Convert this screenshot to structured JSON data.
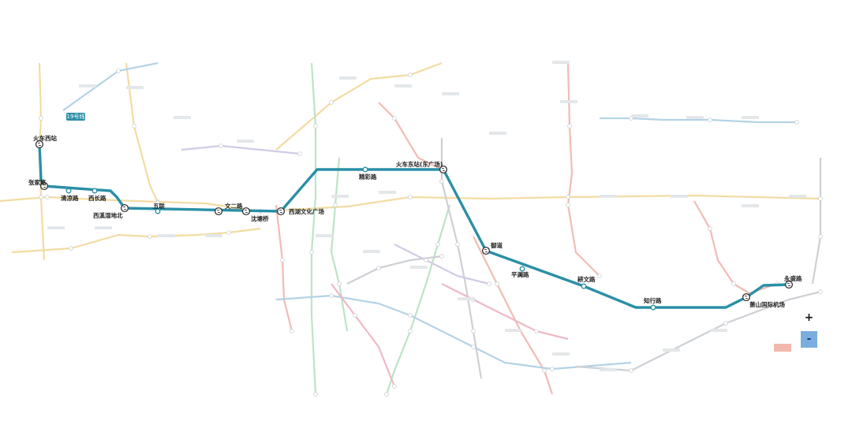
{
  "line": {
    "name": "19号线",
    "color": "#2a8fa6",
    "stations": [
      {
        "name": "火车西站",
        "interchange": true
      },
      {
        "name": "张家路",
        "interchange": true
      },
      {
        "name": "清凉路",
        "interchange": false
      },
      {
        "name": "西长路",
        "interchange": false
      },
      {
        "name": "西溪湿地北",
        "interchange": true
      },
      {
        "name": "五联",
        "interchange": false
      },
      {
        "name": "文二路",
        "interchange": true
      },
      {
        "name": "沈塘桥",
        "interchange": true
      },
      {
        "name": "西湖文化广场",
        "interchange": true
      },
      {
        "name": "精彩路",
        "interchange": false
      },
      {
        "name": "火车东站(东广场)",
        "interchange": true
      },
      {
        "name": "御道",
        "interchange": true
      },
      {
        "name": "平澜路",
        "interchange": false
      },
      {
        "name": "耕文路",
        "interchange": false
      },
      {
        "name": "知行路",
        "interchange": false
      },
      {
        "name": "萧山国际机场",
        "interchange": true
      },
      {
        "name": "永盛路",
        "interchange": true
      }
    ]
  },
  "background_lines": [
    {
      "name": "yellow",
      "color": "#f3dca2"
    },
    {
      "name": "red",
      "color": "#f0bcb4"
    },
    {
      "name": "green",
      "color": "#bde3c7"
    },
    {
      "name": "blue",
      "color": "#b4d3e6"
    },
    {
      "name": "gray",
      "color": "#cdd0d4"
    },
    {
      "name": "pink",
      "color": "#eeb9c4"
    },
    {
      "name": "violet",
      "color": "#d2cbe6"
    }
  ],
  "controls": {
    "zoom_in": "+",
    "zoom_out": "-"
  }
}
